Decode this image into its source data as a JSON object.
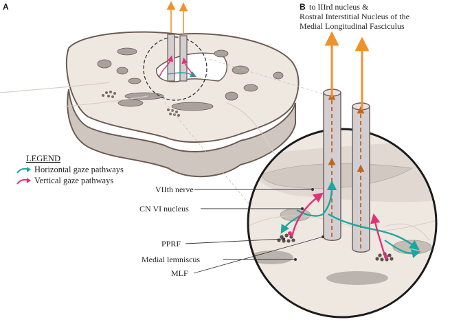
{
  "panels": {
    "a": "A",
    "b": "B"
  },
  "destination": {
    "line1": "to IIIrd nucleus &",
    "line2": "Rostral Interstitial Nucleus of the",
    "line3": "Medial Longitudinal Fasciculus"
  },
  "legend": {
    "title": "LEGEND",
    "items": [
      {
        "label": "Horizontal gaze pathways",
        "color": "#1aa7a0"
      },
      {
        "label": "Vertical gaze pathways",
        "color": "#e0317a"
      }
    ]
  },
  "labels": {
    "cn7": "VIIth nerve",
    "cn6": "CN VI nucleus",
    "pprf": "PPRF",
    "ml": "Medial lemniscus",
    "mlf": "MLF"
  },
  "colors": {
    "horizontal": "#1aa7a0",
    "vertical": "#e0317a",
    "ascending": "#f0922b",
    "mlf_dash": "#c1641c",
    "tissue": "#eae2da",
    "outline": "#6b5b53"
  }
}
